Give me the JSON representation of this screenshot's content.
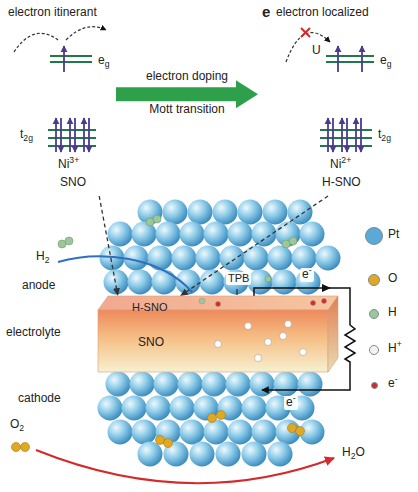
{
  "diagram": {
    "nodes": [
      {
        "text": [
          "electron itinerant",
          "eg",
          "t2g",
          "Ni3+",
          "SNO"
        ]
      },
      {
        "text": [
          "e",
          "electron localized",
          "U",
          "eg",
          "t2g",
          "Ni2+",
          "H-SNO"
        ]
      },
      {
        "text": [
          "electrolyte",
          "H-SNO",
          "TPB",
          "SNO"
        ]
      }
    ],
    "edges": [
      {
        "from": 0,
        "to": 1,
        "arrow": "to",
        "label": "electron doping"
      },
      {
        "from": 0,
        "to": 2,
        "arrow": "to"
      },
      {
        "from": 1,
        "to": 2,
        "arrow": "to"
      }
    ],
    "labels": [
      "Mott transition",
      "H2",
      "anode",
      "e-",
      "cathode",
      "e-",
      "O2",
      "H2O"
    ],
    "legend": [
      {
        "text": "Pt",
        "color": "#5aa9d6"
      },
      {
        "text": "O",
        "color": "#e0a825"
      },
      {
        "text": "H",
        "color": "#9cc79a"
      },
      {
        "text": "H+",
        "color": "#f4f4f4"
      },
      {
        "text": "e-",
        "color": "#d42a2a"
      }
    ]
  }
}
